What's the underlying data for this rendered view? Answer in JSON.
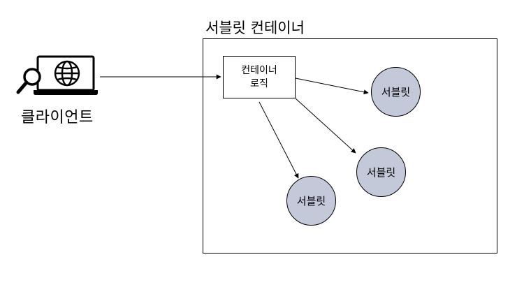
{
  "client": {
    "label": "클라이언트",
    "icon": "laptop-globe-magnifier-icon"
  },
  "container": {
    "title": "서블릿 컨테이너",
    "logic_line1": "컨테이너",
    "logic_line2": "로직"
  },
  "servlets": [
    {
      "label": "서블릿"
    },
    {
      "label": "서블릿"
    },
    {
      "label": "서블릿"
    }
  ],
  "colors": {
    "servlet_fill": "#c4c9d9",
    "stroke": "#000000"
  }
}
